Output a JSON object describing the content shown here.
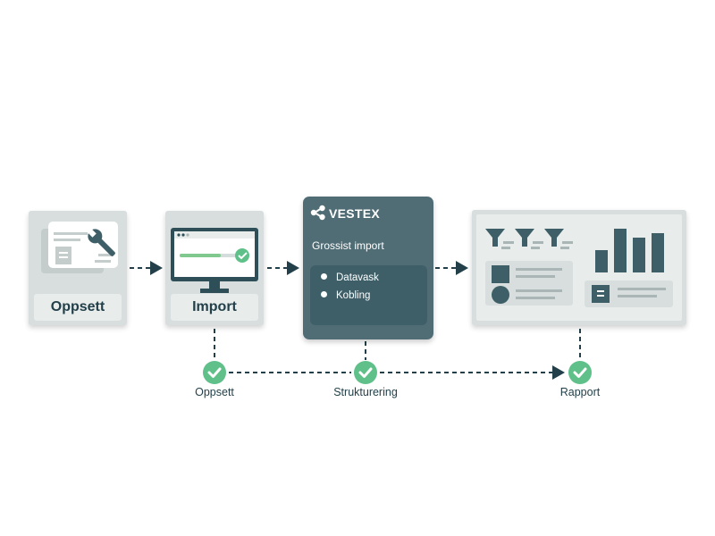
{
  "stages": {
    "setup_label": "Oppsett",
    "import_label": "Import",
    "brand": "VESTEX",
    "subtitle": "Grossist import",
    "items": [
      "Datavask",
      "Kobling"
    ]
  },
  "milestones": [
    "Oppsett",
    "Strukturering",
    "Rapport"
  ],
  "colors": {
    "card": "#d7dedd",
    "dark_card": "#506d76",
    "accent": "#5fc08a",
    "line": "#23404a"
  },
  "icons": {
    "setup": "wrench-document-icon",
    "import": "monitor-progress-icon",
    "brand": "share-nodes-icon",
    "report": "dashboard-filter-chart-icon",
    "milestone": "check-circle-icon"
  }
}
